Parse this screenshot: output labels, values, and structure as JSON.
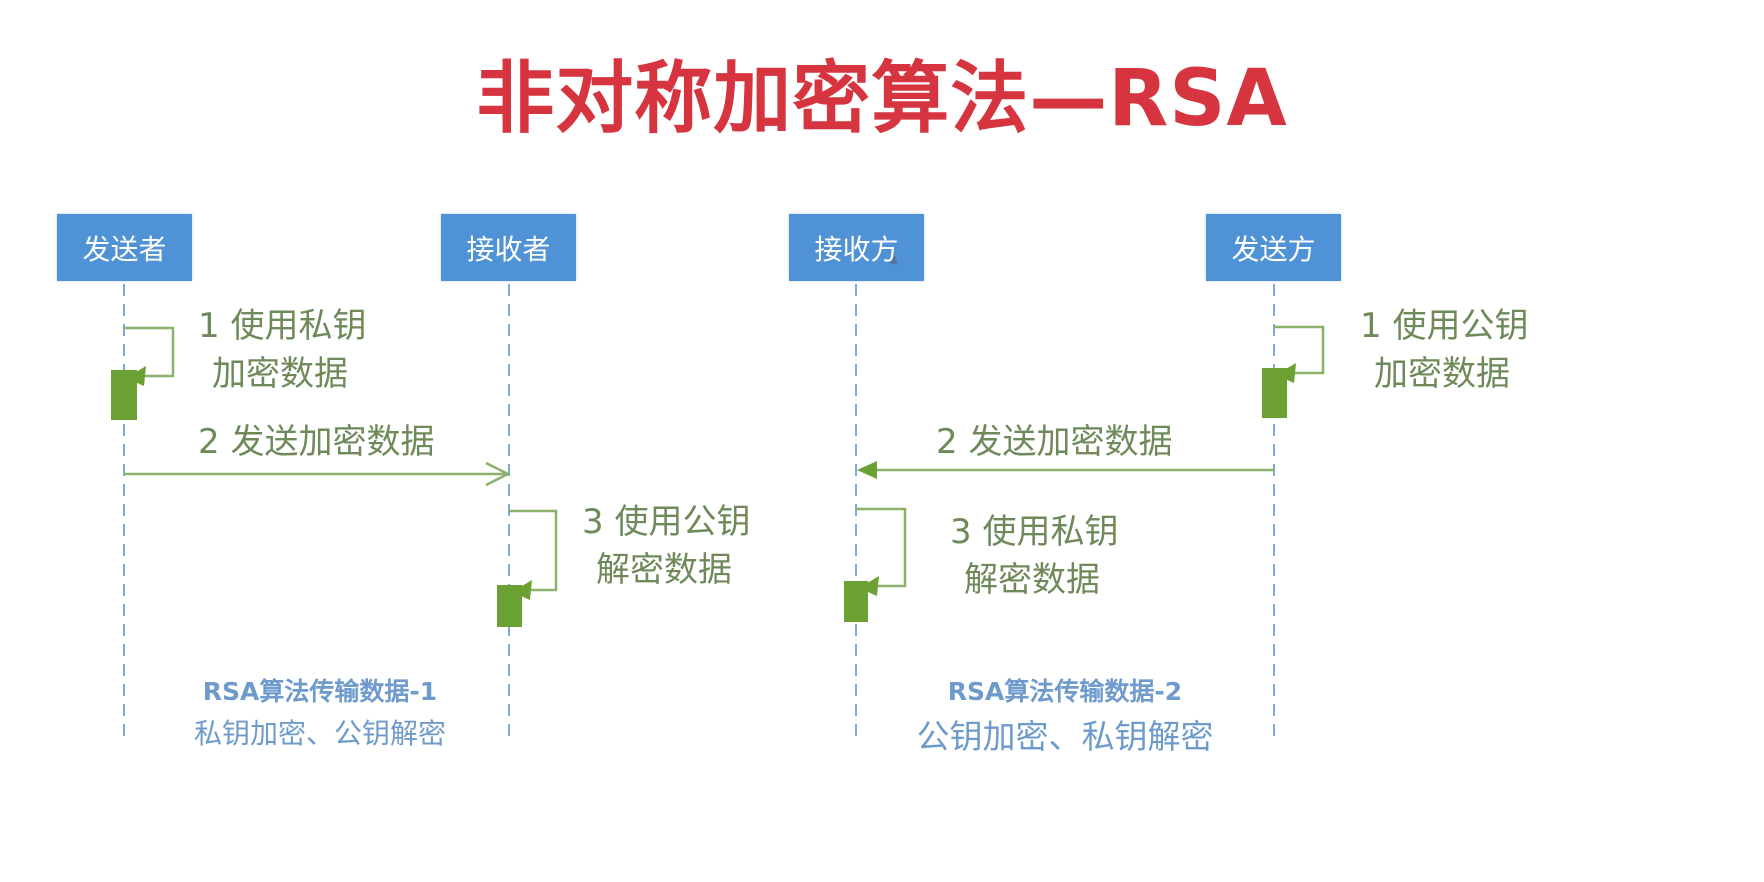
{
  "title": "非对称加密算法—RSA",
  "colors": {
    "title": "#D6343F",
    "box": "#4F93D6",
    "lifeline": "#7FA8DA",
    "green": "#6AA132",
    "line_green": "#8DB06A",
    "text_green": "#6F8A5A",
    "caption": "#6E9BCB"
  },
  "diagram1": {
    "participants": [
      {
        "label": "发送者"
      },
      {
        "label": "接收者"
      }
    ],
    "steps": [
      {
        "line1": "1 使用私钥",
        "line2": "加密数据"
      },
      {
        "line1": "2 发送加密数据"
      },
      {
        "line1": "3 使用公钥",
        "line2": "解密数据"
      }
    ],
    "caption": {
      "line1": "RSA算法传输数据-1",
      "line2": "私钥加密、公钥解密"
    }
  },
  "diagram2": {
    "participants": [
      {
        "label": "接收方"
      },
      {
        "label": "发送方"
      }
    ],
    "steps": [
      {
        "line1": "1 使用公钥",
        "line2": "加密数据"
      },
      {
        "line1": "2 发送加密数据"
      },
      {
        "line1": "3 使用私钥",
        "line2": "解密数据"
      }
    ],
    "caption": {
      "line1": "RSA算法传输数据-2",
      "line2": "公钥加密、私钥解密"
    }
  }
}
